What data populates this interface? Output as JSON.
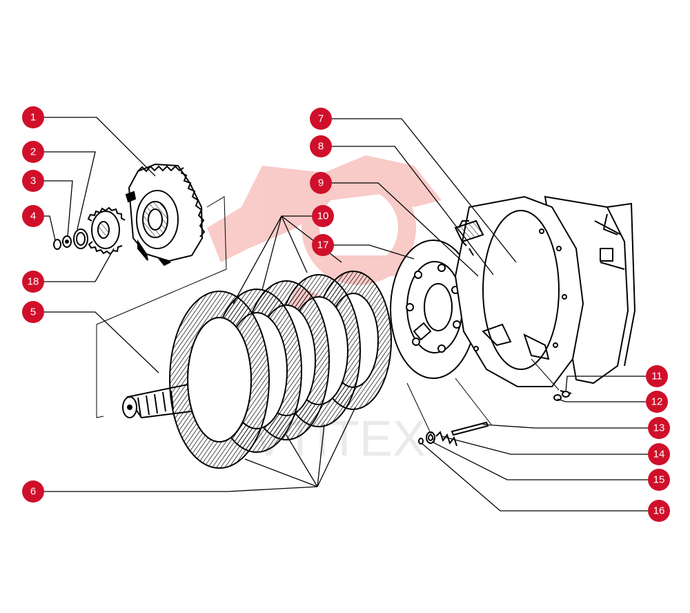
{
  "watermark": {
    "text": "VTITEX"
  },
  "colors": {
    "callout": "#d0102a",
    "callout_text": "#ffffff",
    "line": "#000000",
    "logo": "#e8463c"
  },
  "callouts": [
    {
      "id": "c1",
      "label": "1"
    },
    {
      "id": "c2",
      "label": "2"
    },
    {
      "id": "c3",
      "label": "3"
    },
    {
      "id": "c4",
      "label": "4"
    },
    {
      "id": "c5",
      "label": "5"
    },
    {
      "id": "c6",
      "label": "6"
    },
    {
      "id": "c7",
      "label": "7"
    },
    {
      "id": "c8",
      "label": "8"
    },
    {
      "id": "c9",
      "label": "9"
    },
    {
      "id": "c10",
      "label": "10"
    },
    {
      "id": "c11",
      "label": "11"
    },
    {
      "id": "c12",
      "label": "12"
    },
    {
      "id": "c13",
      "label": "13"
    },
    {
      "id": "c14",
      "label": "14"
    },
    {
      "id": "c15",
      "label": "15"
    },
    {
      "id": "c16",
      "label": "16"
    },
    {
      "id": "c17",
      "label": "17"
    },
    {
      "id": "c18",
      "label": "18"
    }
  ]
}
